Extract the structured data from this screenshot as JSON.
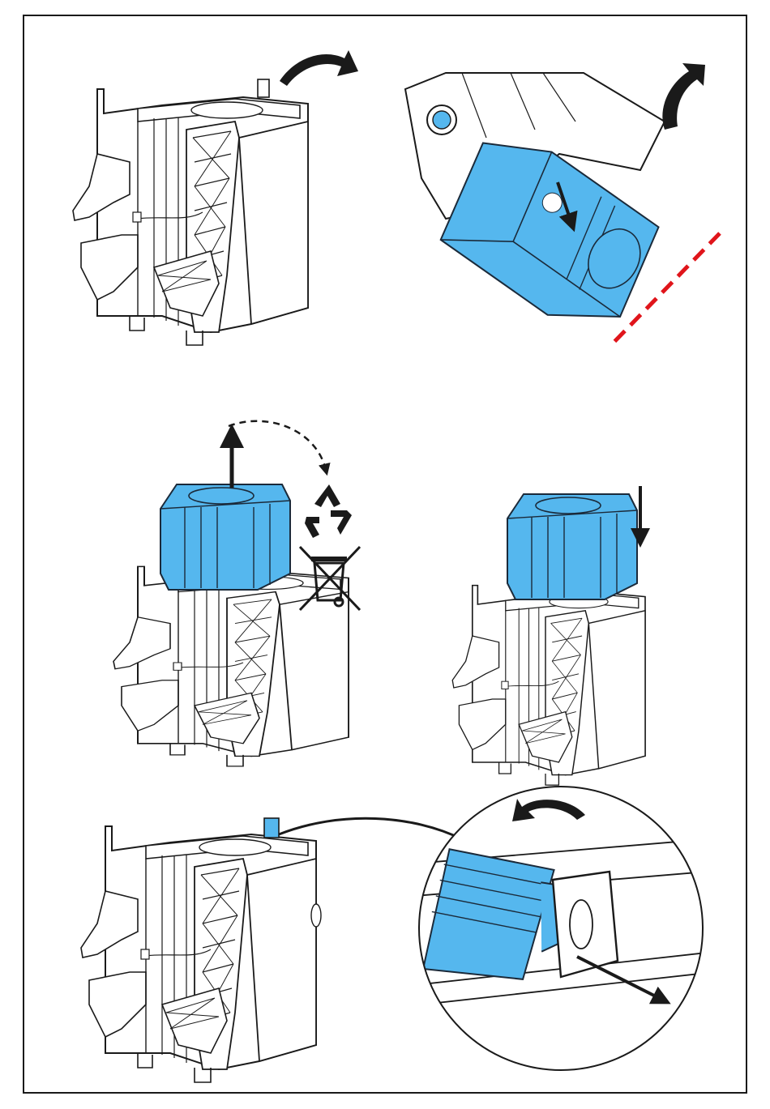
{
  "colors": {
    "outline": "#1a1a1a",
    "part_fill": "#ffffff",
    "highlight_fill": "#55b7ee",
    "highlight_stroke": "#1b2a3a",
    "cut_line": "#e0151b",
    "arrow": "#1a1a1a"
  },
  "icons": {
    "recycle": "recycling-symbol-icon",
    "weee": "crossed-out-wheelie-bin-icon",
    "arrow_curved": "curved-arrow-icon",
    "arrow_straight": "straight-arrow-icon"
  },
  "steps": [
    {
      "name": "remove-connector",
      "highlight": false
    },
    {
      "name": "pull-out-filter-along-edge",
      "highlight": true
    },
    {
      "name": "lift-out-and-dispose",
      "highlight": true
    },
    {
      "name": "insert-new-filter",
      "highlight": true
    },
    {
      "name": "reconnect-connector-detail",
      "highlight": true
    }
  ]
}
